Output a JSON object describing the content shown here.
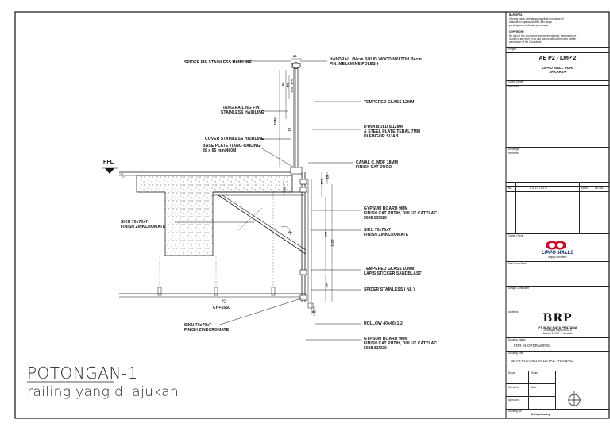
{
  "drawing": {
    "title": "POTONGAN-1",
    "subtitle": "railing yang di ajukan",
    "ffl_label": "FFL",
    "ceiling_label": "CH+5550",
    "labels": {
      "spider_fin": "SPIDER FIN STAINLESS HAIRLINE",
      "handrail": "HANDRAIL Ø4cm SOLID WOOD NYATOH Ø4cm\nFIN. MELAMINE POLESH",
      "tempered_glass_12": "TEMPERED GLASS 12MM",
      "tiang_railing": "TIANG RAILING FIN\nSTAINLESS HAIRLINE",
      "dyna_bolt": "DYNA BOLD Ø12MM\n& STEEL PLATE TEBAL 7MM\nDI FINGOR SIJAB",
      "cover_stainless": "COVER STAINLESS HAIRLINE",
      "base_plate": "BASE PLATE TIANG RAILING\n80 x 65 mm/480M",
      "canal_c": "CANAL C, MDF 18MM\nFINISH CAT DUCO",
      "gypsum_board_1": "GYPSUM BOARD 9MM\nFINISH CAT PUTIH, DULUX CATYLAC\n5088 83/020",
      "siku_right": "SIKU 70x70x7\nFINISH ZINKCROMATE",
      "siku_left": "SIKU 70x70x7\nFINISH ZINKCROMATE",
      "tempered_glass_10": "TEMPERED GLASS 10MM\nLAPIS STICKER SANDBLAST",
      "spider_stainless": "SPIDER STAINLESS ( NL )",
      "siku_bottom": "SIKU 70x70x7\nFINISH ZINKCROMATE",
      "hollow": "HOLLOW 40x40x1.2",
      "gypsum_board_2": "GYPSUM BOARD 9MM\nFINISH CAT PUTIH, DULUX CATYLAC\n5088 83/020"
    },
    "dimensions": {
      "d80": "80",
      "d100": "100",
      "d50": "50",
      "d170": "170",
      "d120": "120",
      "d1040": "1040",
      "d10": "10",
      "d500": "500",
      "d100b": "100",
      "d15": "15",
      "d770": "770",
      "d1220": "1220",
      "d60": "60",
      "d300": "300",
      "d85": "85",
      "d90": "90"
    }
  },
  "title_block": {
    "notes_heading": "BAR OPTA",
    "notes_text": "Gbrwng harus oleh tanggung pihak kontraktor ini\ntidak boleh dipakai, diubah, dan tanpa\npersetujuan tertulis dari perencana",
    "copyright_heading": "COPYRIGHT",
    "copyright_text": "No part of this document may be reproduced, transmitted or\ncopied in any form or by any means without the prior written\npermission of the Consultant",
    "project_label": "Project",
    "project_name": "AE P2 - LMP 2",
    "project_location": "LIPPO MALL PURI\nJAKARTA",
    "client_label": "Client/ Owner",
    "key_plan_label": "Key Plan",
    "drawings_label": "Drawings",
    "remarks_label": "Remarks",
    "revision_label": "R E V I S I O N",
    "rev_col1": "NO",
    "rev_col2": "DATE",
    "rev_col3": "INITIAL",
    "owner_label": "Owner Client",
    "owner_logo_text": "LIPPO MALLS",
    "owner_logo_sub": "a lippo company",
    "mep_label": "Mep Consultant",
    "design_label": "Design Consultant",
    "architect_label": "Architect",
    "architect_logo": "BRP",
    "architect_name": "PT. BUMI RAYA PRATAMA",
    "architect_address": "Jl. Bangka Raya No.32 A\nJakarta 12720 - Indonesia",
    "status_label": "Drawing Status",
    "status_value": "FOR SHOPDRAWING",
    "title_label": "Drawing Title",
    "title_value": "AE P2 POTONGAN DETAIL - RAILING",
    "drawn_label": "Drawn",
    "checked_label": "Checked",
    "approved_label": "Approved",
    "scale_label": "Scale",
    "date_label": "Date",
    "drawing_no_label": "Drawing No",
    "drawing_no_value": "8-shop-drawing"
  }
}
